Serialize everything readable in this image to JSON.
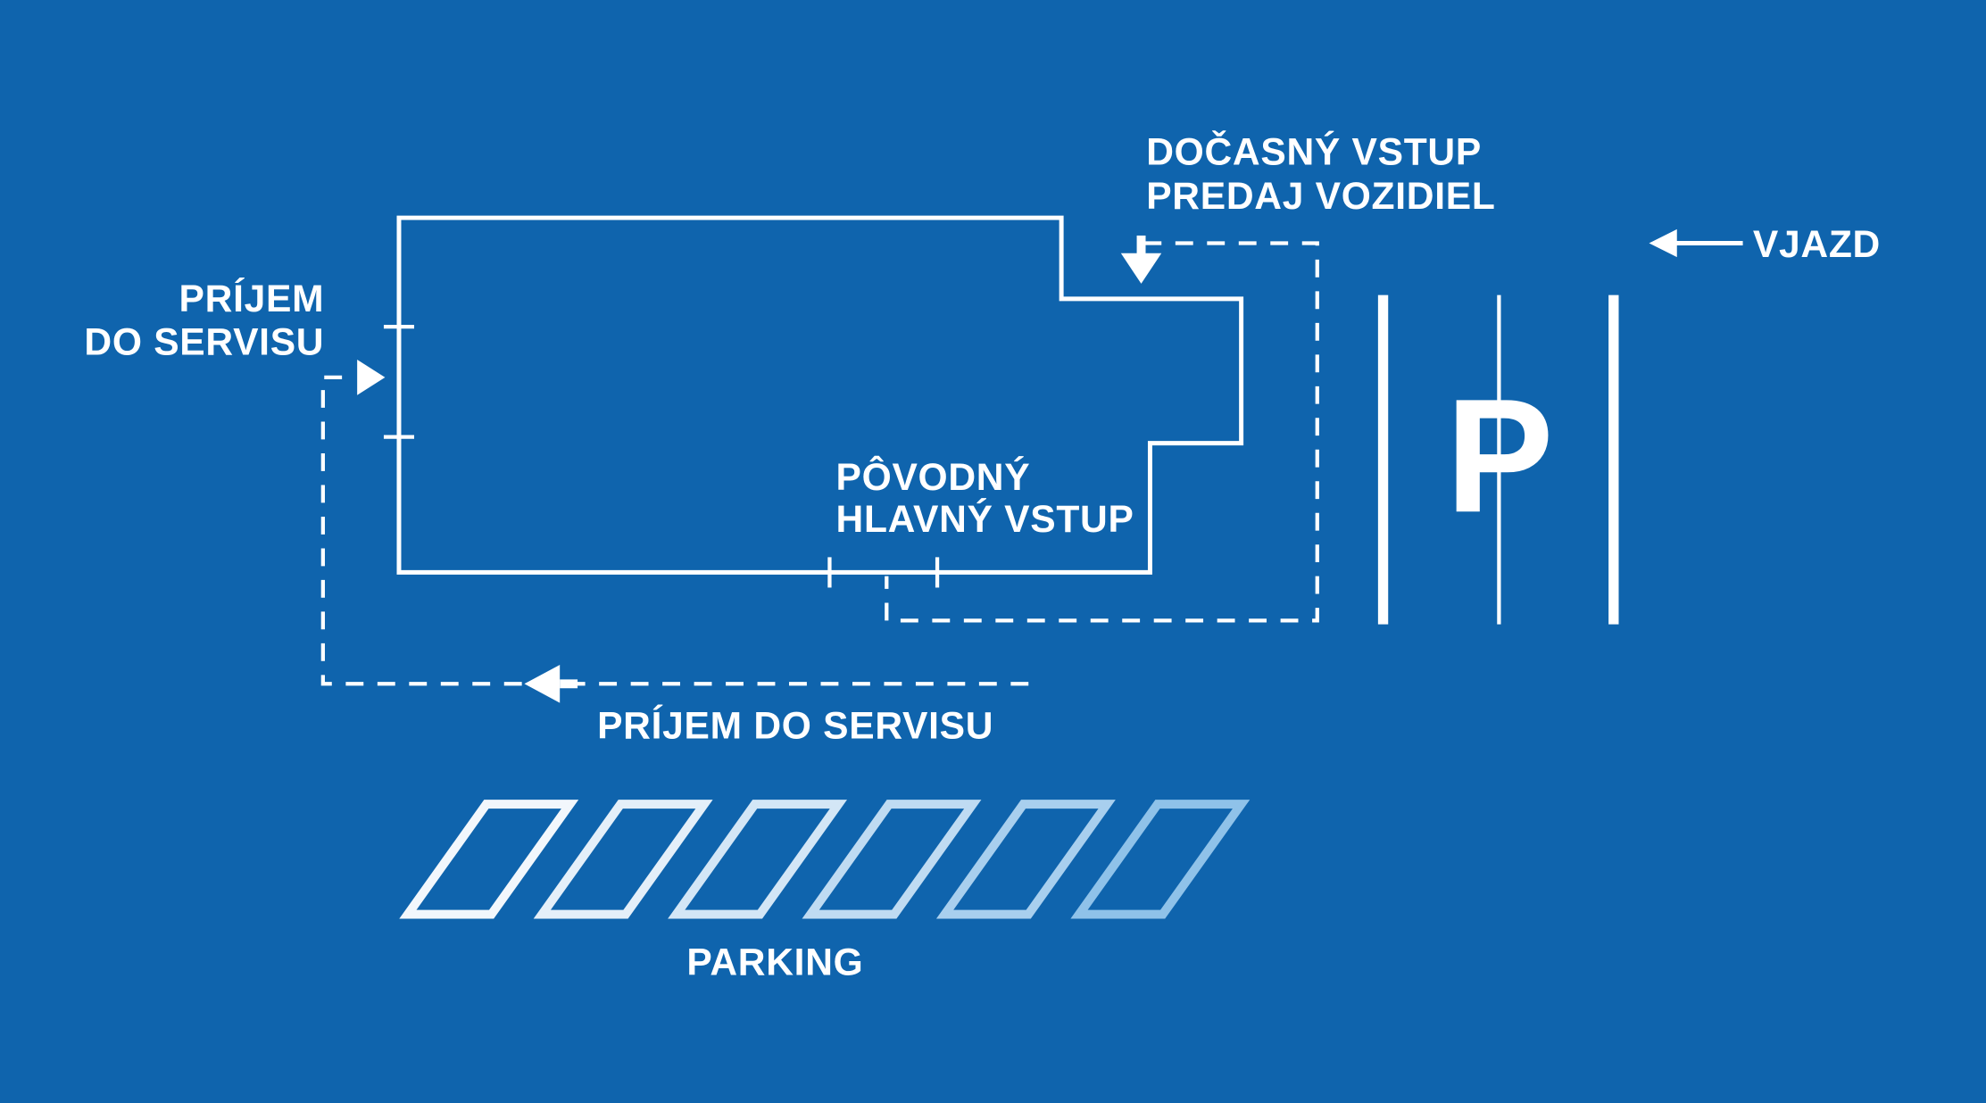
{
  "canvas": {
    "background": "#0f64ad",
    "line_color": "#ffffff"
  },
  "labels": {
    "temporary_entrance": {
      "line1": "DOČASNÝ VSTUP",
      "line2": "PREDAJ VOZIDIEL"
    },
    "service_intake_left": {
      "line1": "PRÍJEM",
      "line2": "DO SERVISU"
    },
    "original_main_entrance": {
      "line1": "PÔVODNÝ",
      "line2": "HLAVNÝ VSTUP"
    },
    "service_intake_bottom": "PRÍJEM DO SERVISU",
    "entry": "VJAZD",
    "parking_symbol": "P",
    "parking": "PARKING"
  },
  "parking_stall_colors": [
    "#f2f7fc",
    "#e4eff9",
    "#d3e6f6",
    "#bfdbf2",
    "#a8cfee",
    "#8fc2e9"
  ]
}
